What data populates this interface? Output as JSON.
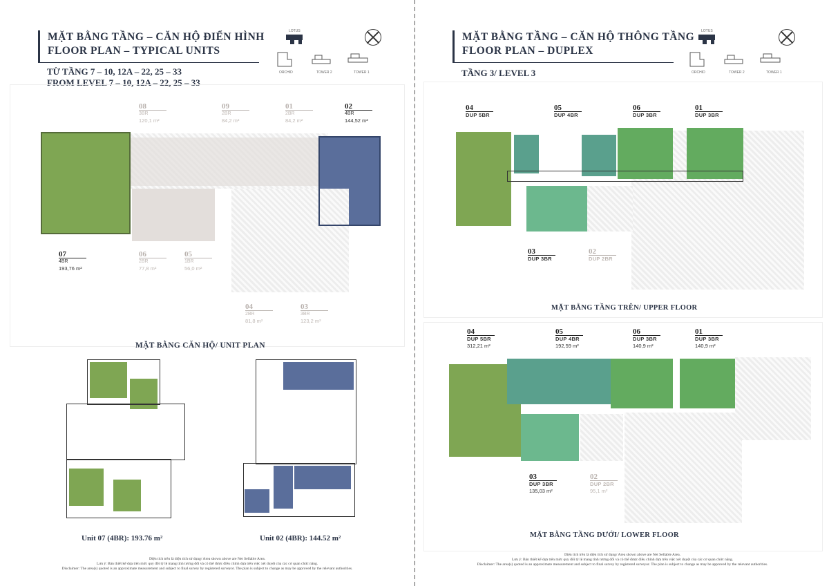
{
  "left": {
    "title_vi": "MẶT BẰNG TẦNG – CĂN HỘ ĐIỂN HÌNH",
    "title_en": "FLOOR PLAN – TYPICAL UNITS",
    "subtitle_vi": "TỪ TẦNG 7 – 10, 12A – 22, 25 – 33",
    "subtitle_en": "FROM LEVEL 7 – 10, 12A – 22, 25 – 33",
    "keymap": {
      "top": "LOTUS",
      "a": "ORCHID",
      "b": "TOWER 2",
      "c": "TOWER 1"
    },
    "units": [
      {
        "num": "08",
        "type": "3BR",
        "area": "120,1 m²",
        "highlight": false
      },
      {
        "num": "09",
        "type": "2BR",
        "area": "84,2 m²",
        "highlight": false
      },
      {
        "num": "01",
        "type": "2BR",
        "area": "84,2 m²",
        "highlight": false
      },
      {
        "num": "02",
        "type": "4BR",
        "area": "144,52 m²",
        "highlight": true
      },
      {
        "num": "07",
        "type": "4BR",
        "area": "193,76 m²",
        "highlight": true
      },
      {
        "num": "06",
        "type": "2BR",
        "area": "77,8 m²",
        "highlight": false
      },
      {
        "num": "05",
        "type": "1BR",
        "area": "56,0 m²",
        "highlight": false
      },
      {
        "num": "04",
        "type": "2BR",
        "area": "81,8 m²",
        "highlight": false
      },
      {
        "num": "03",
        "type": "3BR",
        "area": "123,2 m²",
        "highlight": false
      }
    ],
    "unit_plan_caption": "MẶT BẰNG CĂN HỘ/ UNIT PLAN",
    "unit07_caption": "Unit 07 (4BR): 193.76 m²",
    "unit02_caption": "Unit 02 (4BR): 144.52 m²"
  },
  "right": {
    "title_vi": "MẶT BẰNG TẦNG – CĂN HỘ THÔNG TẦNG",
    "title_en": "FLOOR PLAN – DUPLEX",
    "subtitle": "TẦNG 3/ LEVEL 3",
    "keymap": {
      "top": "LOTUS",
      "a": "ORCHID",
      "b": "TOWER 2",
      "c": "TOWER 1"
    },
    "upper_units": [
      {
        "num": "04",
        "type": "DUP 5BR"
      },
      {
        "num": "05",
        "type": "DUP 4BR"
      },
      {
        "num": "06",
        "type": "DUP 3BR"
      },
      {
        "num": "01",
        "type": "DUP 3BR"
      },
      {
        "num": "03",
        "type": "DUP 3BR"
      },
      {
        "num": "02",
        "type": "DUP 2BR"
      }
    ],
    "upper_caption": "MẶT BẰNG TẦNG TRÊN/ UPPER FLOOR",
    "lower_units": [
      {
        "num": "04",
        "type": "DUP 5BR",
        "area": "312,21 m²"
      },
      {
        "num": "05",
        "type": "DUP 4BR",
        "area": "192,59 m²"
      },
      {
        "num": "06",
        "type": "DUP 3BR",
        "area": "140,9 m²"
      },
      {
        "num": "01",
        "type": "DUP 3BR",
        "area": "140,9 m²"
      },
      {
        "num": "03",
        "type": "DUP 3BR",
        "area": "135,03 m²"
      },
      {
        "num": "02",
        "type": "DUP 2BR",
        "area": "95,1 m²"
      }
    ],
    "lower_caption": "MẶT BẰNG TẦNG DƯỚI/ LOWER FLOOR"
  },
  "footer": {
    "line1": "Diện tích trên là diện tích sử dụng/ Area shown above are Net Sellable Area.",
    "line2": "Lưu ý: Bản thiết kế dựa trên mức quy đổi tỷ lệ mang tính tương đối và có thể được điều chỉnh dựa trên việc xét duyệt của các cơ quan chức năng.",
    "line3": "Disclaimer: The area(s) quoted is an approximate measurement and subject to final survey by registered surveyor. The plan is subject to change as may be approved by the relevant authorities."
  },
  "colors": {
    "green": "#7fa653",
    "blue": "#5a6e9b",
    "mint": "#6cb88e",
    "teal": "#5aa08d",
    "navy": "#2b3446"
  }
}
